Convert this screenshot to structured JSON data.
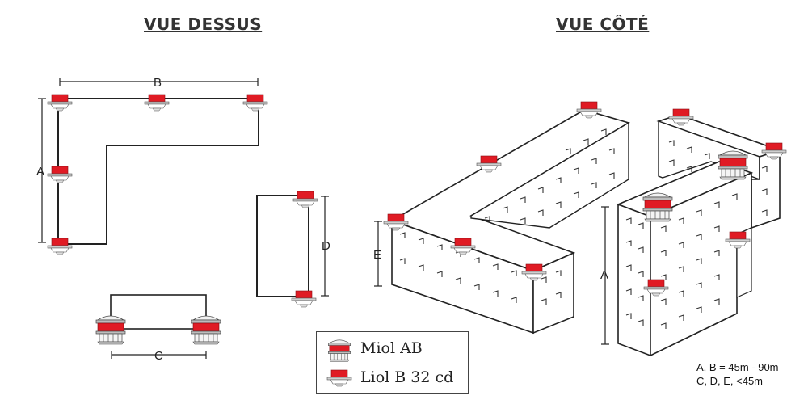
{
  "titles": {
    "top_view": "VUE DESSUS",
    "side_view": "VUE CÔTÉ"
  },
  "dimensions": {
    "a_top": "A",
    "b_top": "B",
    "c_top": "C",
    "d_top": "D",
    "e_side": "E",
    "a_side": "A"
  },
  "legend": {
    "miol_label": "Miol AB",
    "liol_label": "Liol B 32 cd"
  },
  "note": {
    "line1": "A, B = 45m - 90m",
    "line2": "C, D, E, <45m"
  },
  "colors": {
    "light_red": "#e01b24",
    "outline": "#222222"
  }
}
